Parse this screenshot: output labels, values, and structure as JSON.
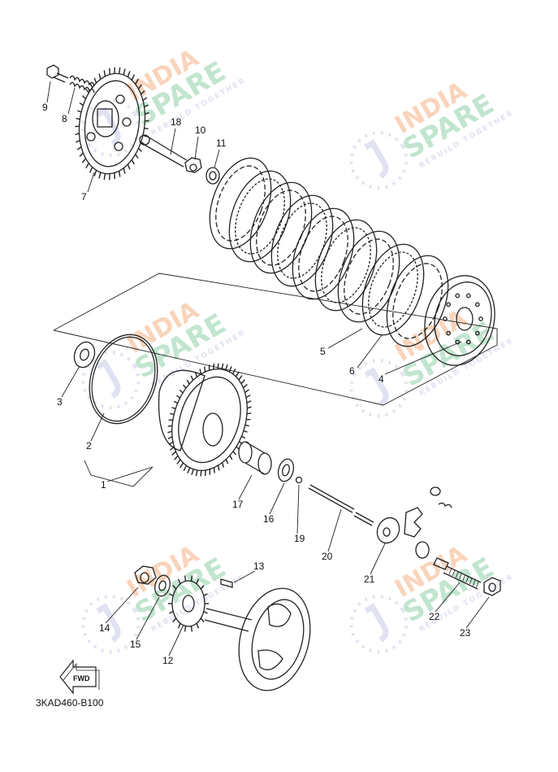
{
  "diagram": {
    "code": "3KAD460-B100",
    "fwd_label": "FWD",
    "callouts": [
      {
        "id": "1",
        "label": "1"
      },
      {
        "id": "2",
        "label": "2"
      },
      {
        "id": "3",
        "label": "3"
      },
      {
        "id": "4",
        "label": "4"
      },
      {
        "id": "5",
        "label": "5"
      },
      {
        "id": "6",
        "label": "6"
      },
      {
        "id": "7",
        "label": "7"
      },
      {
        "id": "8",
        "label": "8"
      },
      {
        "id": "9",
        "label": "9"
      },
      {
        "id": "10",
        "label": "10"
      },
      {
        "id": "11",
        "label": "11"
      },
      {
        "id": "12",
        "label": "12"
      },
      {
        "id": "13",
        "label": "13"
      },
      {
        "id": "14",
        "label": "14"
      },
      {
        "id": "15",
        "label": "15"
      },
      {
        "id": "16",
        "label": "16"
      },
      {
        "id": "17",
        "label": "17"
      },
      {
        "id": "18",
        "label": "18"
      },
      {
        "id": "19",
        "label": "19"
      },
      {
        "id": "20",
        "label": "20"
      },
      {
        "id": "21",
        "label": "21"
      },
      {
        "id": "22",
        "label": "22"
      },
      {
        "id": "23",
        "label": "23"
      }
    ]
  },
  "watermark": {
    "line1": "INDIA",
    "line2": "SPARE",
    "tagline": "REBUILD TOGETHER",
    "colors": {
      "india": "#f4b183",
      "spare": "#8fd0a8",
      "icon": "#c7cbe6"
    }
  }
}
